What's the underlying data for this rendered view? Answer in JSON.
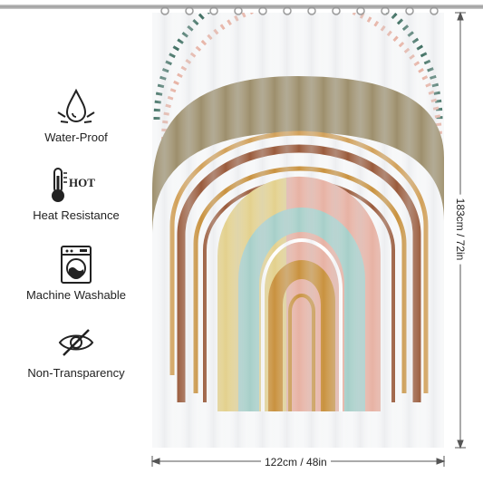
{
  "features": [
    {
      "icon": "water-drop-icon",
      "label": "Water-Proof"
    },
    {
      "icon": "thermometer-icon",
      "label": "Heat Resistance",
      "badge": "HOT"
    },
    {
      "icon": "washing-machine-icon",
      "label": "Machine Washable"
    },
    {
      "icon": "hidden-eye-icon",
      "label": "Non-Transparency"
    }
  ],
  "dimensions": {
    "width_label": "122cm / 48in",
    "height_label": "183cm / 72in"
  },
  "colors": {
    "teal": "#3f6f62",
    "olive": "#9d8f6c",
    "rust": "#9a5b3c",
    "mustard": "#c9923f",
    "butter": "#e3d18e",
    "mint": "#a7cfc9",
    "blush": "#e7b2a4",
    "tan": "#d2a15a"
  }
}
